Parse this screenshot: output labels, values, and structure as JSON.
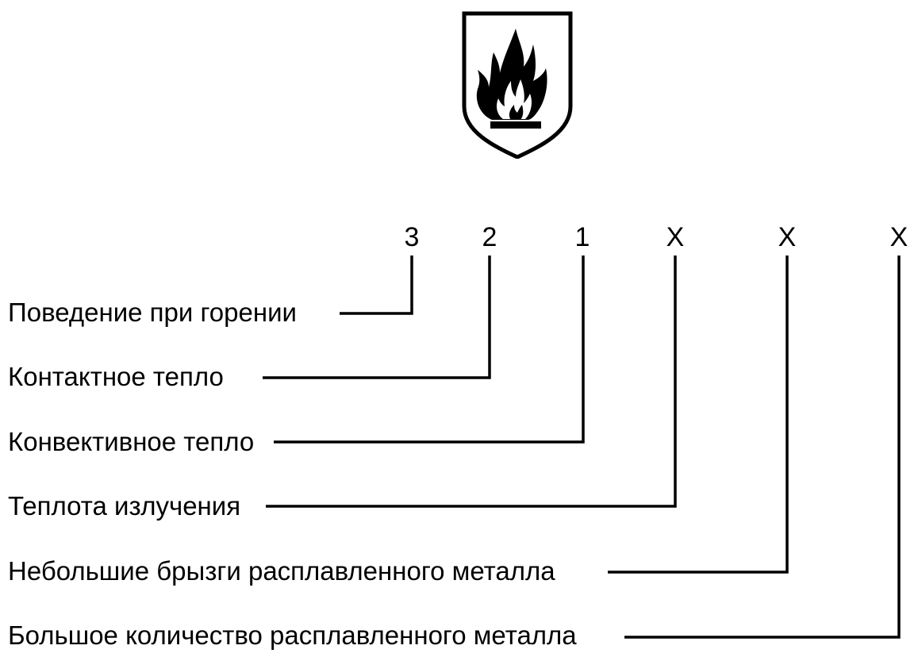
{
  "symbol": {
    "name": "heat-and-flame-pictogram"
  },
  "code": {
    "digits": [
      "3",
      "2",
      "1",
      "X",
      "X",
      "X"
    ]
  },
  "labels": [
    "Поведение при горении",
    "Контактное тепло",
    "Конвективное тепло",
    "Теплота излучения",
    "Небольшие брызги расплавленного металла",
    "Большое количество расплавленного металла"
  ],
  "colors": {
    "ink": "#000000",
    "background": "#ffffff"
  }
}
